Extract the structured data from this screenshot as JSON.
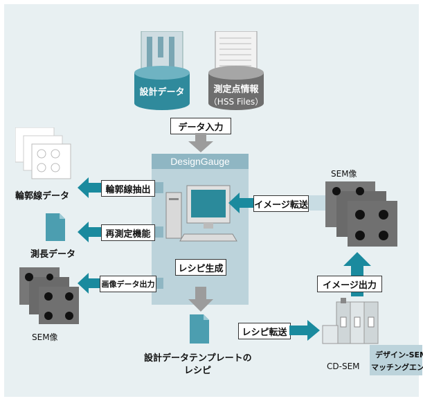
{
  "colors": {
    "panel": "#e8f0f2",
    "arrow_teal": "#1a8a9e",
    "arrow_gray": "#9c9c9c",
    "design_gauge": "#bcd3db",
    "cylinder_teal": "#2f8a9c",
    "cylinder_gray": "#6e6e6e"
  },
  "inputs": {
    "design_data": "設計データ",
    "measure_points": "測定点情報",
    "hss_files": "（HSS Files）",
    "data_input": "データ入力"
  },
  "center": {
    "title": "DesignGauge",
    "recipe_gen": "レシピ生成"
  },
  "left": {
    "contour_extract": "輪郭線抽出",
    "contour_data": "輪郭線データ",
    "remeasure": "再測定機能",
    "length_data": "測長データ",
    "image_out": "画像データ出力",
    "sem_image": "SEM像"
  },
  "right": {
    "sem_image": "SEM像",
    "image_transfer": "イメージ転送",
    "image_out": "イメージ出力",
    "cd_sem": "CD-SEM",
    "matching_engine_1": "デザイン-SEM",
    "matching_engine_2": "マッチングエンジン"
  },
  "bottom": {
    "recipe_transfer": "レシピ転送",
    "template_recipe_1": "設計データテンプレートの",
    "template_recipe_2": "レシピ"
  }
}
